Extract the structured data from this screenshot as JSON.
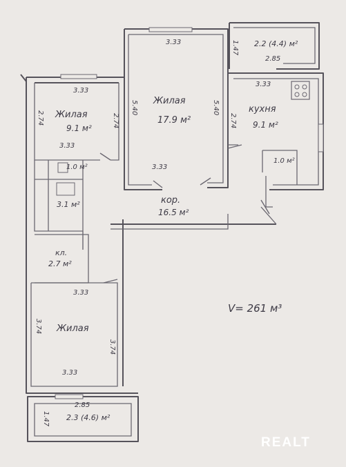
{
  "rooms": {
    "living_big": {
      "name": "Жилая",
      "area": "17.9 м²"
    },
    "living_left": {
      "name": "Жилая",
      "area": "9.1 м²"
    },
    "kitchen": {
      "name": "кухня",
      "area": "9.1 м²"
    },
    "corridor": {
      "name": "кор.",
      "area": "16.5 м²"
    },
    "pantry": {
      "name": "кл.",
      "area": "2.7 м²"
    },
    "living_bottom": {
      "name": "Жилая"
    },
    "balcony_top": {
      "area": "2.2 (4.4) м²"
    },
    "balcony_bottom": {
      "area": "2.3 (4.6) м²"
    },
    "bath": {
      "area": "3.1 м²"
    },
    "wc": {
      "area": "1.0 м²"
    },
    "kitchen_niche": {
      "area": "1.0 м²"
    }
  },
  "dimensions": {
    "living_big_top": "3.33",
    "living_big_bottom": "3.33",
    "living_big_left": "5.40",
    "living_big_right": "5.40",
    "living_left_top": "3.33",
    "living_left_bottom": "3.33",
    "living_left_side": "2.74",
    "living_left_side_right": "2.74",
    "kitchen_side": "2.74",
    "kitchen_bottom": "3.33",
    "balcony_top_width": "2.85",
    "balcony_top_depth": "1.47",
    "living_bottom_top": "3.33",
    "living_bottom_bottom": "3.33",
    "living_bottom_left": "3.74",
    "living_bottom_right": "3.74",
    "balcony_bottom_width": "2.85",
    "balcony_bottom_depth": "1.47"
  },
  "volume": "V= 261 м³",
  "watermark": "REALT"
}
